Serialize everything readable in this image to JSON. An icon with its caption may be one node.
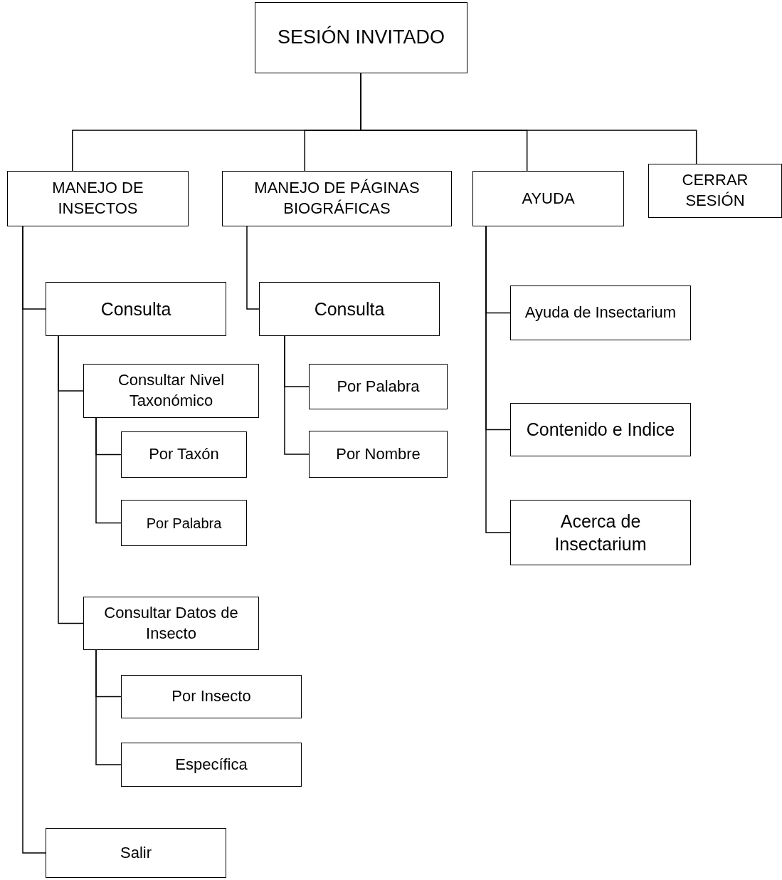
{
  "diagram": {
    "nodes": [
      {
        "text": [
          "SESIÓN INVITADO"
        ]
      },
      {
        "text": [
          "MANEJO DE INSECTOS"
        ]
      },
      {
        "text": [
          "MANEJO DE PÁGINAS BIOGRÁFICAS"
        ]
      },
      {
        "text": [
          "AYUDA"
        ]
      },
      {
        "text": [
          "CERRAR SESIÓN"
        ]
      },
      {
        "text": [
          "Consulta"
        ]
      },
      {
        "text": [
          "Consultar Nivel Taxonómico"
        ]
      },
      {
        "text": [
          "Por Taxón"
        ]
      },
      {
        "text": [
          "Por Palabra"
        ]
      },
      {
        "text": [
          "Consultar Datos de Insecto"
        ]
      },
      {
        "text": [
          "Por Insecto"
        ]
      },
      {
        "text": [
          "Específica"
        ]
      },
      {
        "text": [
          "Salir"
        ]
      },
      {
        "text": [
          "Consulta"
        ]
      },
      {
        "text": [
          "Por Palabra"
        ]
      },
      {
        "text": [
          "Por Nombre"
        ]
      },
      {
        "text": [
          "Ayuda de Insectarium"
        ]
      },
      {
        "text": [
          "Contenido e Indice"
        ]
      },
      {
        "text": [
          "Acerca de Insectarium"
        ]
      }
    ],
    "edges": [
      {
        "from": 0,
        "to": 1,
        "arrow": "none"
      },
      {
        "from": 0,
        "to": 2,
        "arrow": "none"
      },
      {
        "from": 0,
        "to": 3,
        "arrow": "none"
      },
      {
        "from": 0,
        "to": 4,
        "arrow": "none"
      },
      {
        "from": 1,
        "to": 5,
        "arrow": "none"
      },
      {
        "from": 5,
        "to": 6,
        "arrow": "none"
      },
      {
        "from": 6,
        "to": 7,
        "arrow": "none"
      },
      {
        "from": 6,
        "to": 8,
        "arrow": "none"
      },
      {
        "from": 5,
        "to": 9,
        "arrow": "none"
      },
      {
        "from": 9,
        "to": 10,
        "arrow": "none"
      },
      {
        "from": 9,
        "to": 11,
        "arrow": "none"
      },
      {
        "from": 1,
        "to": 12,
        "arrow": "none"
      },
      {
        "from": 2,
        "to": 13,
        "arrow": "none"
      },
      {
        "from": 13,
        "to": 14,
        "arrow": "none"
      },
      {
        "from": 13,
        "to": 15,
        "arrow": "none"
      },
      {
        "from": 3,
        "to": 16,
        "arrow": "none"
      },
      {
        "from": 3,
        "to": 17,
        "arrow": "none"
      },
      {
        "from": 3,
        "to": 18,
        "arrow": "none"
      }
    ]
  }
}
